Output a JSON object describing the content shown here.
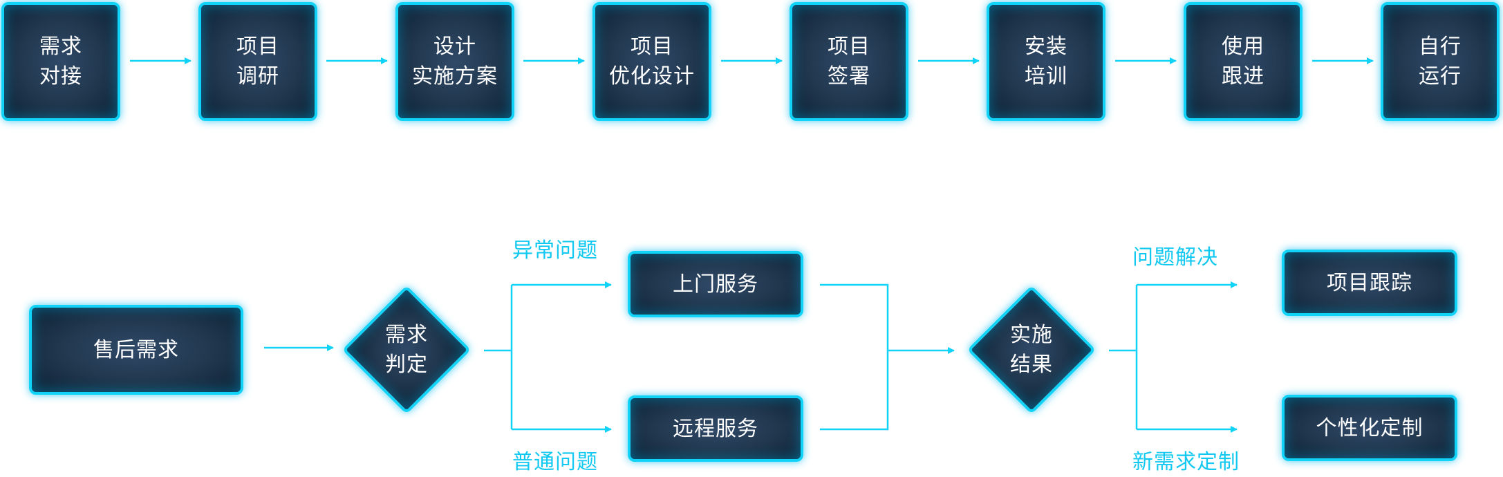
{
  "colors": {
    "accent": "#11d3f7",
    "node_fill": "#22384f",
    "text": "#ffffff",
    "branch_text": "#11c8f0"
  },
  "process": {
    "steps": [
      {
        "line1": "需求",
        "line2": "对接"
      },
      {
        "line1": "项目",
        "line2": "调研"
      },
      {
        "line1": "设计",
        "line2": "实施方案"
      },
      {
        "line1": "项目",
        "line2": "优化设计"
      },
      {
        "line1": "项目",
        "line2": "签署"
      },
      {
        "line1": "安装",
        "line2": "培训"
      },
      {
        "line1": "使用",
        "line2": "跟进"
      },
      {
        "line1": "自行",
        "line2": "运行"
      }
    ]
  },
  "after_sales": {
    "start": "售后需求",
    "decision1": {
      "line1": "需求",
      "line2": "判定"
    },
    "branch_abnormal": "异常问题",
    "branch_normal": "普通问题",
    "onsite_service": "上门服务",
    "remote_service": "远程服务",
    "decision2": {
      "line1": "实施",
      "line2": "结果"
    },
    "branch_solved": "问题解决",
    "branch_new_need": "新需求定制",
    "project_tracking": "项目跟踪",
    "customization": "个性化定制"
  }
}
